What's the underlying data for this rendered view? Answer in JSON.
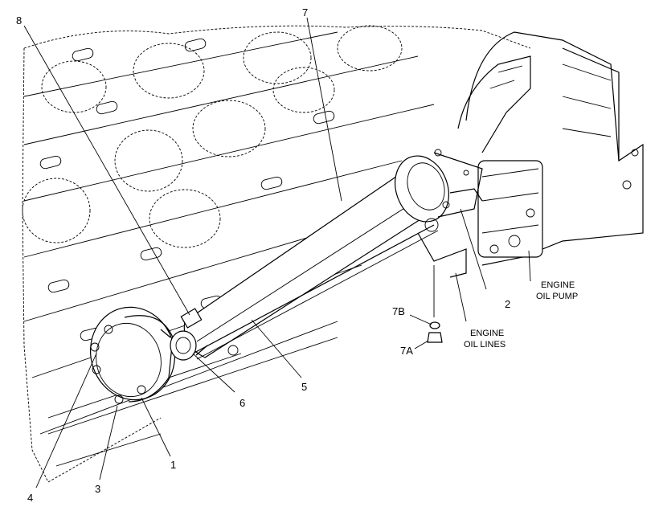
{
  "callouts": {
    "c1": "1",
    "c2": "2",
    "c3": "3",
    "c4": "4",
    "c5": "5",
    "c6": "6",
    "c7": "7",
    "c7a": "7A",
    "c7b": "7B",
    "c8": "8"
  },
  "labels": {
    "engine_oil_pump_line1": "ENGINE",
    "engine_oil_pump_line2": "OIL PUMP",
    "engine_oil_lines_line1": "ENGINE",
    "engine_oil_lines_line2": "OIL LINES"
  }
}
